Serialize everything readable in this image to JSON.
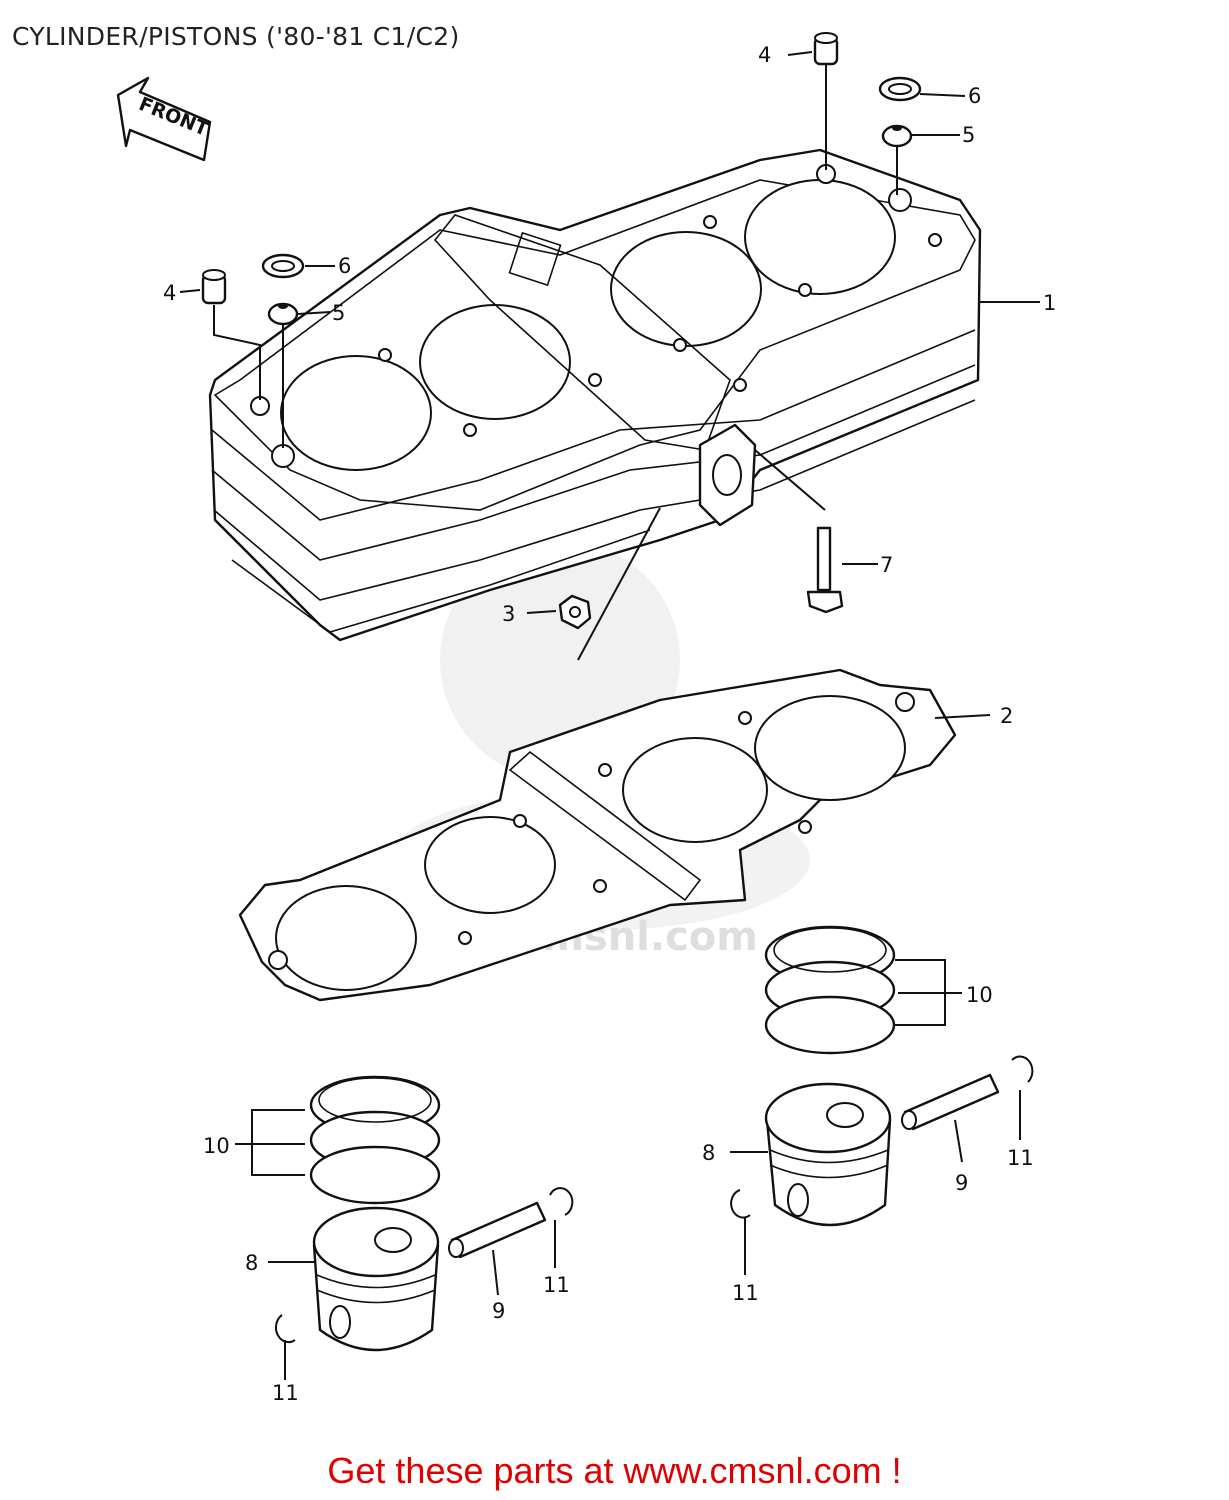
{
  "title": "CYLINDER/PISTONS ('80-'81 C1/C2)",
  "front_label": "FRONT",
  "watermark": "www.cmsnl.com",
  "footer": "Get these parts at www.cmsnl.com !",
  "callouts": {
    "c1": "1",
    "c2": "2",
    "c3": "3",
    "c4a": "4",
    "c4b": "4",
    "c5a": "5",
    "c5b": "5",
    "c6a": "6",
    "c6b": "6",
    "c7": "7",
    "c8a": "8",
    "c8b": "8",
    "c9a": "9",
    "c9b": "9",
    "c10a": "10",
    "c10b": "10",
    "c11a": "11",
    "c11b": "11",
    "c11c": "11",
    "c11d": "11"
  },
  "colors": {
    "line": "#111111",
    "footer": "#e00000",
    "watermark": "#e6e6e6"
  }
}
